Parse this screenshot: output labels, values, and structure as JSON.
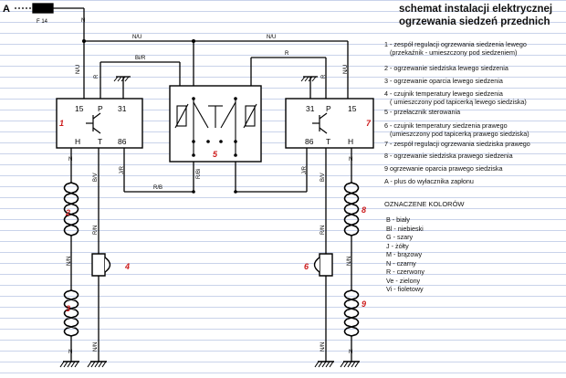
{
  "title_line1": "schemat instalacji elektrycznej",
  "title_line2": "ogrzewania siedzeń przednich",
  "supply_label": "A",
  "fuse_label": "F 14",
  "wire_labels": {
    "nu": "N/U",
    "bir": "Bi/R",
    "r": "R",
    "bv": "B/V",
    "jr": "J/R",
    "rb": "R/B",
    "rbi": "R/Bi",
    "rn": "R/N",
    "nn": "N/N",
    "n": "N"
  },
  "module_left": {
    "number": "1",
    "pin_15": "15",
    "pin_p": "P",
    "pin_31": "31",
    "pin_h": "H",
    "pin_t": "T",
    "pin_86": "86"
  },
  "module_right": {
    "number": "7",
    "pin_31": "31",
    "pin_p": "P",
    "pin_15": "15",
    "pin_86": "86",
    "pin_t": "T",
    "pin_h": "H"
  },
  "switch_number": "5",
  "element_numbers": {
    "left_cushion": "2",
    "left_sensor": "4",
    "left_back": "3",
    "right_cushion": "8",
    "right_sensor": "6",
    "right_back": "9"
  },
  "legend": [
    {
      "main": "1 - zespół regulacji ogrzewania siedzenia lewego",
      "sub": "(przekaźnik - umieszczony pod siedzeniem)"
    },
    {
      "main": "2 - ogrzewanie siedziska lewego siedzenia",
      "sub": ""
    },
    {
      "main": "3 - ogrzewanie oparcia lewego siedzenia",
      "sub": ""
    },
    {
      "main": "4 - czujnik temperatury lewego siedzenia",
      "sub": "( umieszczony pod tapicerką lewego siedziska)"
    },
    {
      "main": "5 - przełacznik sterowania",
      "sub": ""
    },
    {
      "main": "6 - czujnik temperatury siedzenia prawego",
      "sub": "(umieszczony pod tapicerką prawego siedziska)"
    },
    {
      "main": "7 - zespół regulacji ogrzewania siedziska prawego",
      "sub": ""
    },
    {
      "main": "8 - ogrzewanie siedziska prawego siedzenia",
      "sub": ""
    },
    {
      "main": "9 ogrzewanie oparcia prawego siedziska",
      "sub": ""
    },
    {
      "main": "A - plus do wyłacznika zapłonu",
      "sub": ""
    }
  ],
  "colors_heading": "OZNACZENE KOLORÓW",
  "colors": [
    "B - biały",
    "Bl - niebieski",
    "G - szary",
    "J - żółty",
    "M - brązowy",
    "N - czarny",
    "R - czerwony",
    "Ve - zielony",
    "Vi - fioletowy"
  ]
}
